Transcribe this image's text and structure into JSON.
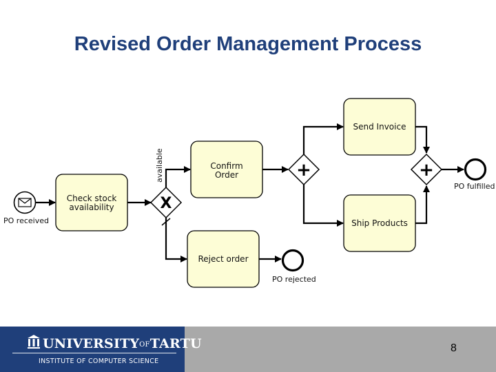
{
  "title": "Revised Order Management Process",
  "diagram": {
    "tasks": {
      "check_stock": [
        "Check stock",
        "availability"
      ],
      "confirm_order": [
        "Confirm",
        "Order"
      ],
      "reject_order": [
        "Reject order"
      ],
      "send_invoice": [
        "Send Invoice"
      ],
      "ship_products": [
        "Ship Products"
      ]
    },
    "events": {
      "start": "PO received",
      "end_fulfilled": "PO fulfilled",
      "end_rejected": "PO rejected"
    },
    "flow_labels": {
      "available": "available"
    },
    "gateways": {
      "xor_symbol": "X",
      "and_symbol": "+"
    },
    "colors": {
      "task_fill": "#fdfdd6",
      "line": "#000000"
    }
  },
  "footer": {
    "university_part1": "UNIVERSITY",
    "university_of": "OF",
    "university_part2": "TARTU",
    "institute": "INSTITUTE OF COMPUTER SCIENCE",
    "logo_icon": "building-icon",
    "page_number": "8"
  }
}
